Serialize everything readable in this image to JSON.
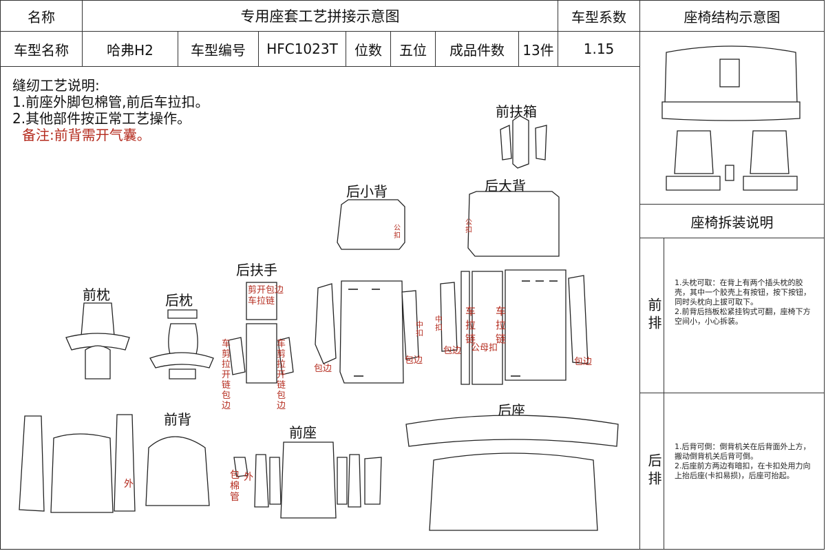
{
  "header": {
    "name_label": "名称",
    "doc_title": "专用座套工艺拼接示意图",
    "coef_label": "车型系数",
    "structure_title": "座椅结构示意图",
    "model_name_label": "车型名称",
    "model_name": "哈弗H2",
    "model_code_label": "车型编号",
    "model_code": "HFC1023T",
    "seats_label": "位数",
    "seats": "五位",
    "pieces_label": "成品件数",
    "pieces": "13件",
    "coef": "1.15"
  },
  "notes": {
    "title": "缝纫工艺说明:",
    "line1": "1.前座外脚包棉管,前后车拉扣。",
    "line2": "2.其他部件按正常工艺操作。",
    "remark": "备注:前背需开气囊。"
  },
  "labels": {
    "front_armbox": "前扶箱",
    "rear_small_back": "后小背",
    "rear_big_back": "后大背",
    "rear_armrest": "后扶手",
    "front_headrest": "前枕",
    "rear_headrest": "后枕",
    "front_back": "前背",
    "front_seat": "前座",
    "rear_seat": "后座"
  },
  "tags": {
    "kaikou_baobian": "剪开包边",
    "che_lalian": "车拉链",
    "che_jian_la_kai_lian_bao_bian": "车剪拉开链包边",
    "baobian": "包边",
    "chelalian": "车拉链",
    "muzikou": "公母扣",
    "zhongkou": "中扣",
    "zi_kou": "公扣",
    "wai": "外",
    "bao_mian_guan": "包棉管",
    "wai2": "外"
  },
  "sidebar": {
    "dismantle_title": "座椅拆装说明",
    "front_row": "前排",
    "front_text": "1.头枕可取：在背上有两个插头枕的胶壳，其中一个胶壳上有按钮，按下按钮，同时头枕向上拔可取下。\n2.前背后挡板松紧挂钩式可翻，座椅下方空间小，小心拆装。",
    "rear_row": "后排",
    "rear_text": "1.后背可倒：倒背机关在后背面外上方，搬动倒背机关后背可倒。\n2.后座前方两边有暗扣，在卡扣处用力向上抬后座(卡扣易损)，后座可抬起。"
  }
}
